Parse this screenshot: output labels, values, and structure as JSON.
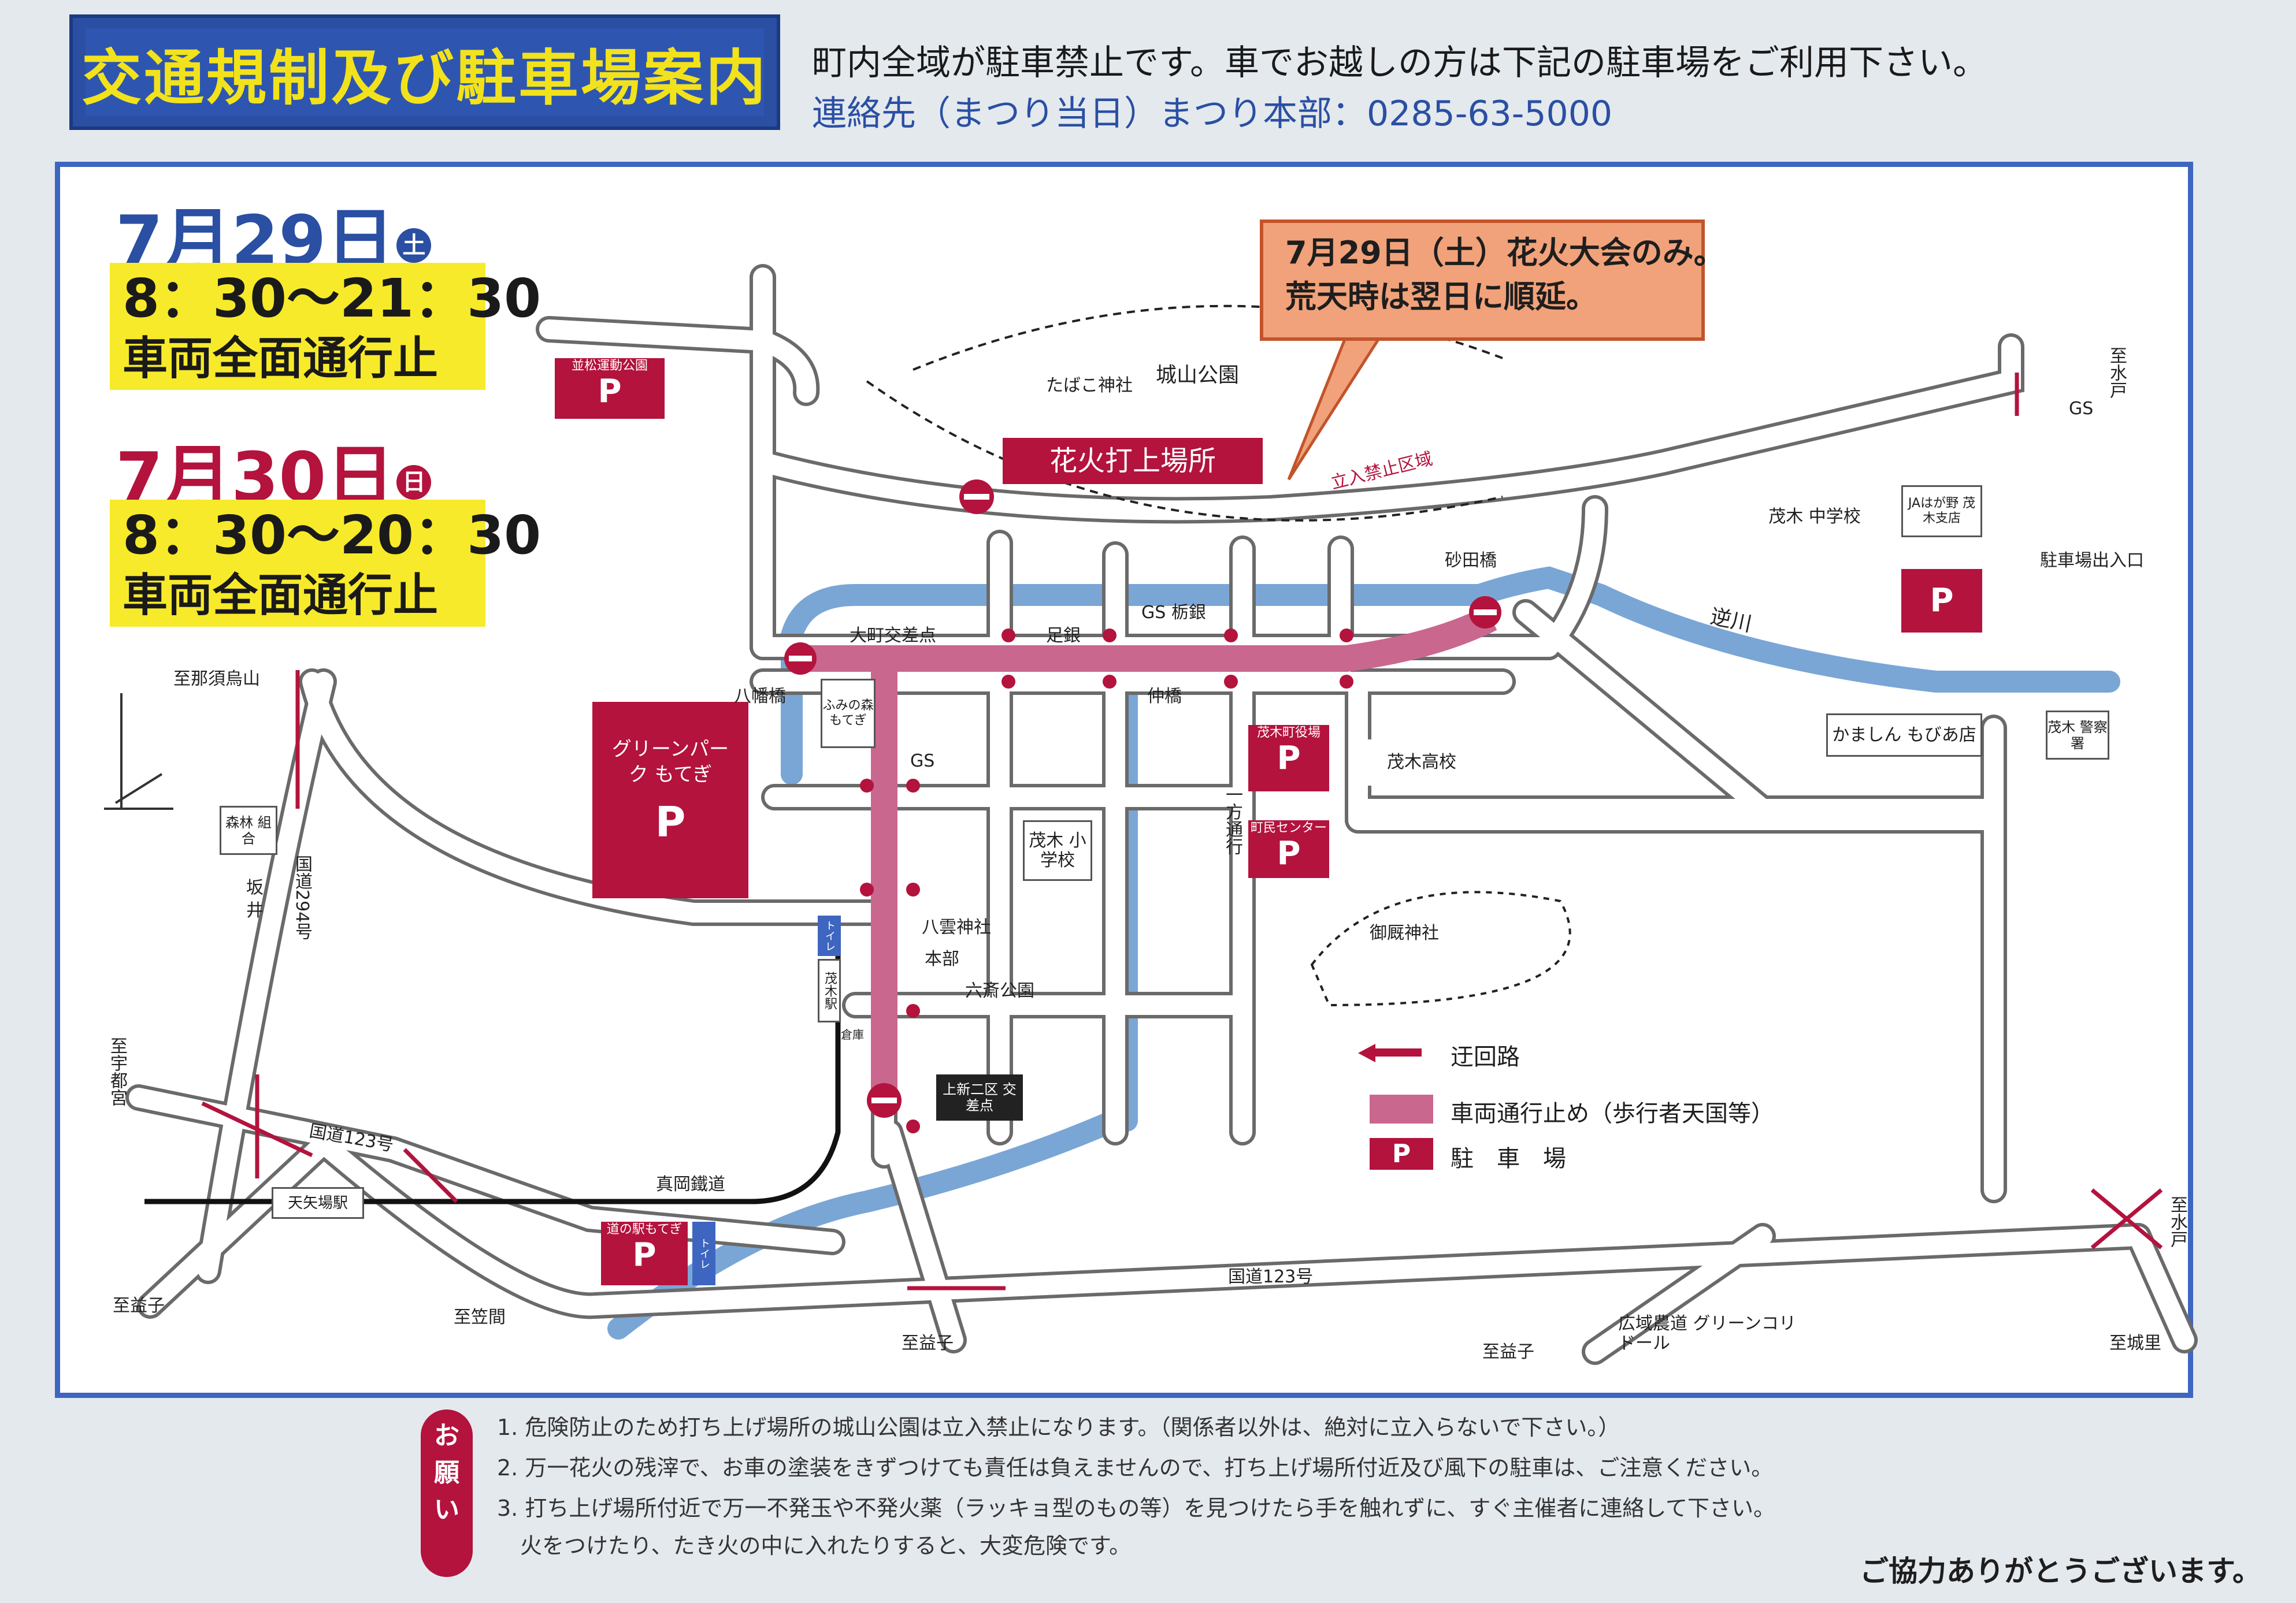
{
  "header": {
    "title": "交通規制及び駐車場案内",
    "notice": "町内全域が駐車禁止です。車でお越しの方は下記の駐車場をご利用下さい。",
    "contact": "連絡先（まつり当日）まつり本部：0285-63-5000"
  },
  "schedule": {
    "day1": {
      "date": "7月29日",
      "weekday": "土",
      "time": "8：30〜21：30",
      "text": "車両全面通行止"
    },
    "day2": {
      "date": "7月30日",
      "weekday": "日",
      "time": "8：30〜20：30",
      "text": "車両全面通行止"
    }
  },
  "callout": {
    "line1": "7月29日（土）花火大会のみ。",
    "line2": "荒天時は翌日に順延。"
  },
  "map": {
    "fireworks_site": "花火打上場所",
    "no_entry_zone": "立入禁止区域",
    "labels": {
      "tabako_shrine": "たばこ神社",
      "shiroyama_park": "城山公園",
      "namimatsu_park": "並松運動公園",
      "green_park": "グリーンパーク もてぎ",
      "omachi_intersection": "大町交差点",
      "ashigin": "足銀",
      "gs_tochigin": "GS 栃銀",
      "hachimanbashi": "八幡橋",
      "fumi_no_mori": "ふみの森 もてぎ",
      "gs": "GS",
      "nakabashi": "仲橋",
      "sunadabashi": "砂田橋",
      "sakagawa": "逆川",
      "motegi_jhs": "茂木 中学校",
      "ja": "JAはが野 茂木支店",
      "parking_entrance": "駐車場出入口",
      "to_mito_top": "至水戸",
      "gs_ne": "GS",
      "town_office": "茂木町役場",
      "civic_center": "町民センター",
      "motegi_hs": "茂木高校",
      "kamashin": "かましん もびあ店",
      "police": "茂木 警察署",
      "one_way": "一方通行",
      "motegi_es": "茂木 小学校",
      "yakumo_shrine": "八雲神社",
      "honbu": "本部",
      "rokusai_park": "六斎公園",
      "gomoya_shrine": "御厩神社",
      "toilet": "トイレ",
      "motegi_station": "茂木駅",
      "parking_small": "倉庫",
      "kamishinni": "上新二区 交差点",
      "to_nasu": "至那須烏山",
      "shinrin_kumiai": "森林 組合",
      "sakai": "坂 井",
      "route294": "国道294号",
      "to_utsunomiya": "至宇都宮",
      "route123_w": "国道123号",
      "tenyaba": "天矢場駅",
      "mooka_line": "真岡鐵道",
      "michinoeki": "道の駅もてぎ",
      "to_mashiko_w": "至益子",
      "to_kasama": "至笠間",
      "to_mashiko_s": "至益子",
      "route123_e": "国道123号",
      "to_mashiko_se": "至益子",
      "green_corridor": "広域農道 グリーンコリドール",
      "to_mito_e": "至水戸",
      "to_shirosato": "至城里"
    }
  },
  "legend": {
    "detour": "迂回路",
    "closure": "車両通行止め（歩行者天国等）",
    "parking": "駐　車　場"
  },
  "notes": {
    "badge": [
      "お",
      "願",
      "い"
    ],
    "items": [
      "1. 危険防止のため打ち上げ場所の城山公園は立入禁止になります。（関係者以外は、絶対に立入らないで下さい。）",
      "2. 万一花火の残滓で、お車の塗装をきずつけても責任は負えませんので、打ち上げ場所付近及び風下の駐車は、ご注意ください。",
      "3. 打ち上げ場所付近で万一不発玉や不発火薬（ラッキョ型のもの等）を見つけたら手を触れずに、すぐ主催者に連絡して下さい。",
      "火をつけたり、たき火の中に入れたりすると、大変危険です。"
    ],
    "thanks": "ご協力ありがとうございます。"
  },
  "colors": {
    "brand_blue": "#2a4fa3",
    "title_yellow": "#f2e21c",
    "closure_pink": "#c9678f",
    "parking_red": "#b3133d",
    "river_blue": "#7aa6d6",
    "callout_orange": "#f1a27a"
  }
}
